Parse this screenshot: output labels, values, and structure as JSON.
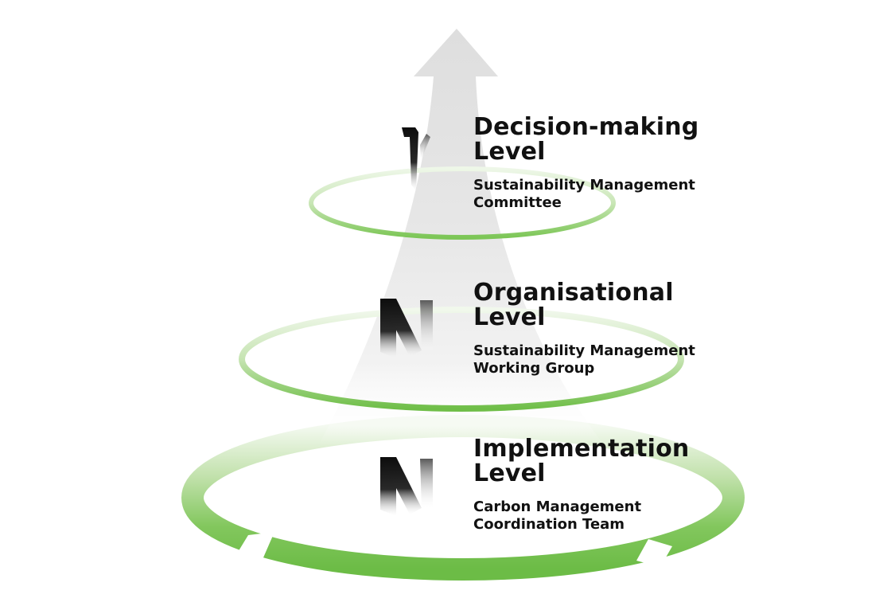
{
  "levels": [
    {
      "title": "Decision-making\nLevel",
      "subtitle": "Sustainability Management\nCommittee",
      "marker": "1"
    },
    {
      "title": "Organisational\nLevel",
      "subtitle": "Sustainability Management\nWorking Group",
      "marker": "N"
    },
    {
      "title": "Implementation\nLevel",
      "subtitle": "Carbon Management\nCoordination Team",
      "marker": "N"
    }
  ],
  "colors": {
    "ring_green": "#6cbf45",
    "ring_light": "#cfe9bf",
    "arrow_grey": "#e3e3e3",
    "text": "#111111"
  }
}
